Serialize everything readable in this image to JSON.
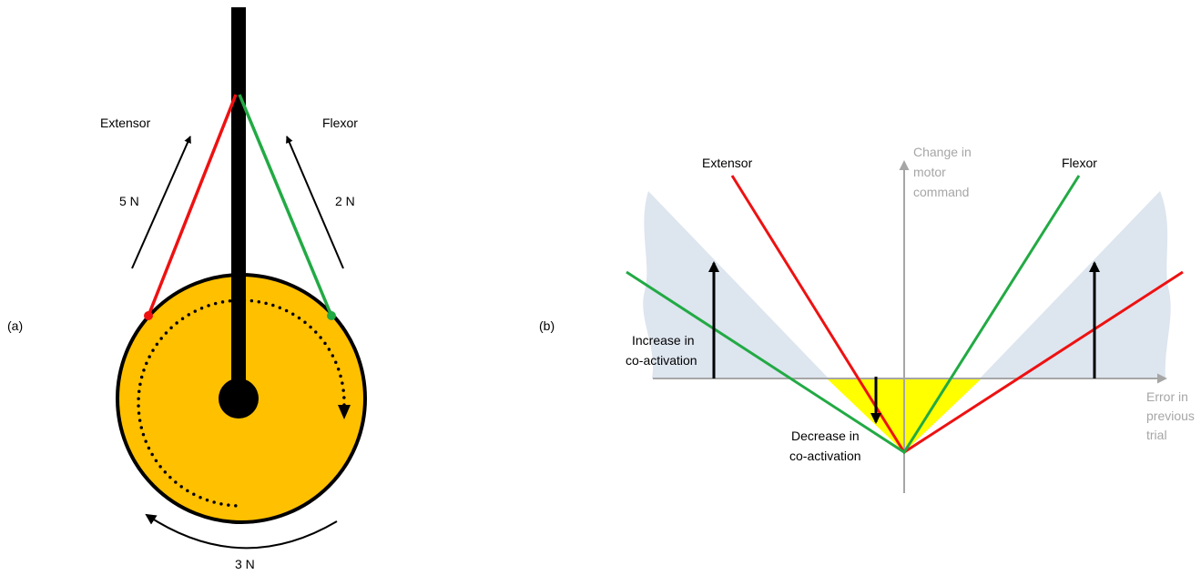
{
  "panel_a": {
    "panel_label": "(a)",
    "extensor_label": "Extensor",
    "flexor_label": "Flexor",
    "extensor_force": "5 N",
    "flexor_force": "2 N",
    "torque_force": "3 N"
  },
  "panel_b": {
    "panel_label": "(b)",
    "extensor_label": "Extensor",
    "flexor_label": "Flexor",
    "y_axis_label": [
      "Change in",
      "motor",
      "command"
    ],
    "x_axis_label": [
      "Error in",
      "previous",
      "trial"
    ],
    "increase_label": [
      "Increase in",
      "co-activation"
    ],
    "decrease_label": [
      "Decrease in",
      "co-activation"
    ]
  },
  "colors": {
    "extensor": "#ee1111",
    "flexor": "#22aa44",
    "wheel": "#ffc000",
    "shade": "#dde5ef",
    "yellow_region": "#ffff00",
    "axis": "#a6a6a6"
  }
}
